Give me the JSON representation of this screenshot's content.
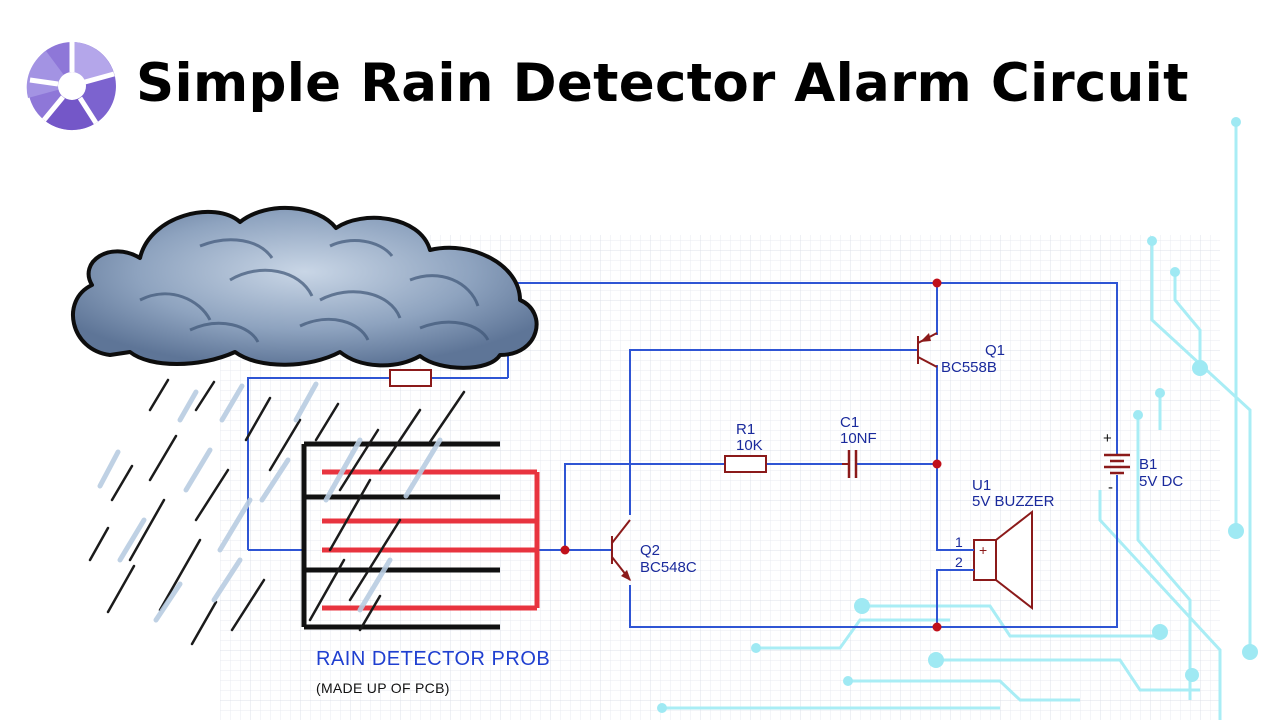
{
  "title": "Simple Rain Detector Alarm Circuit",
  "colors": {
    "wire": "#2f55d4",
    "component": "#8b1a1a",
    "junction": "#c0101a",
    "probe_red": "#e8343f",
    "probe_black": "#111111",
    "label": "#1a2a9c",
    "logo_purple": "#8e77d8",
    "trace_cyan": "#9fe9f3"
  },
  "icons": [
    "logo-icon",
    "cloud-icon",
    "rain-icon"
  ],
  "components": {
    "q1": {
      "ref": "Q1",
      "part": "BC558B"
    },
    "q2": {
      "ref": "Q2",
      "part": "BC548C"
    },
    "r1": {
      "ref": "R1",
      "value": "10K"
    },
    "c1": {
      "ref": "C1",
      "value": "10NF"
    },
    "u1": {
      "ref": "U1",
      "part": "5V BUZZER",
      "pin1": "1",
      "pin2": "2",
      "plus": "+"
    },
    "b1": {
      "ref": "B1",
      "value": "5V DC",
      "plus": "+",
      "minus": "-"
    }
  },
  "probe": {
    "title": "RAIN DETECTOR PROB",
    "subtitle": "(MADE UP OF PCB)"
  }
}
